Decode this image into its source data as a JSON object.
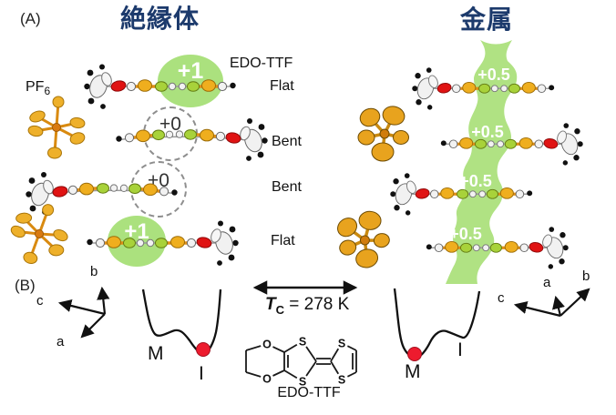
{
  "panel_a": {
    "tag": "(A)",
    "title_insulator": "絶縁体",
    "title_metal": "金属",
    "pf6_base": "PF",
    "pf6_sub": "6",
    "edo_ttf_label": "EDO-TTF",
    "rows": [
      {
        "charge": "+1",
        "shape": "Flat"
      },
      {
        "charge": "+0",
        "shape": "Bent"
      },
      {
        "charge": "+0",
        "shape": "Bent"
      },
      {
        "charge": "+1",
        "shape": "Flat"
      }
    ],
    "metal_charges": [
      "+0.5",
      "+0.5",
      "+0.5",
      "+0.5"
    ]
  },
  "panel_b": {
    "tag": "(B)",
    "axes": {
      "a": "a",
      "b": "b",
      "c": "c"
    },
    "transition_t": "T",
    "transition_sub": "C",
    "transition_value": " = 278 K",
    "wells": {
      "left": {
        "metal": "M",
        "insulator": "I"
      },
      "right": {
        "metal": "M",
        "insulator": "I"
      }
    },
    "structure": {
      "caption": "EDO-TTF",
      "o": "O",
      "s": "S"
    }
  },
  "colors": {
    "title_navy": "#1c3a6c",
    "highlight_green": "#abe17e",
    "sulfur_gold": "#efae1e",
    "oxygen_red": "#e01313",
    "pf6_orange": "#eeb02a",
    "state_dot_red": "#ed1b2e"
  }
}
